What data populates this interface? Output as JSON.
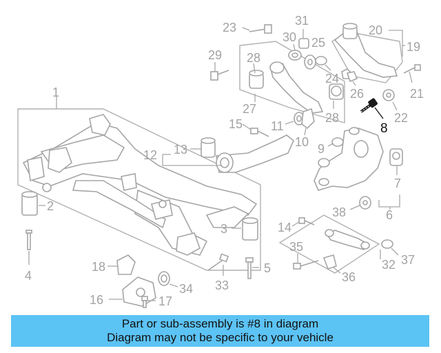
{
  "banner": {
    "line1": "Part or sub-assembly is #8 in diagram",
    "line2": "Diagram may not be specific to your vehicle"
  },
  "diagram": {
    "highlighted_part": "8",
    "callouts": [
      "1",
      "2",
      "3",
      "4",
      "5",
      "6",
      "7",
      "8",
      "9",
      "10",
      "11",
      "12",
      "13",
      "14",
      "15",
      "16",
      "17",
      "18",
      "19",
      "20",
      "21",
      "22",
      "23",
      "24",
      "25",
      "26",
      "27",
      "28",
      "28",
      "29",
      "30",
      "31",
      "32",
      "33",
      "34",
      "35",
      "36",
      "37",
      "38"
    ]
  },
  "colors": {
    "banner_bg": "#5cc3f5",
    "line_art": "#a5a5a5",
    "highlight": "#1a1a1a"
  }
}
